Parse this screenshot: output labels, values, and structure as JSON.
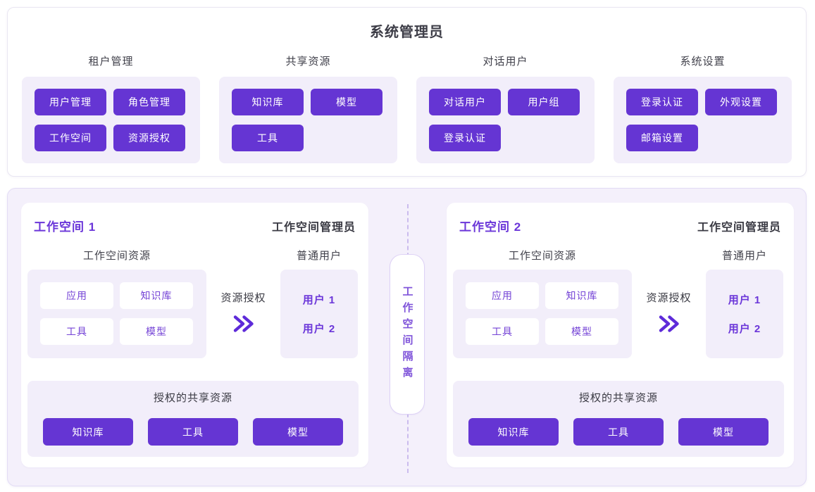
{
  "admin": {
    "title": "系统管理员",
    "groups": [
      {
        "label": "租户管理",
        "items": [
          "用户管理",
          "角色管理",
          "工作空间",
          "资源授权"
        ]
      },
      {
        "label": "共享资源",
        "items": [
          "知识库",
          "模型",
          "工具"
        ]
      },
      {
        "label": "对话用户",
        "items": [
          "对话用户",
          "用户组",
          "登录认证"
        ]
      },
      {
        "label": "系统设置",
        "items": [
          "登录认证",
          "外观设置",
          "邮箱设置"
        ]
      }
    ]
  },
  "workspaces": [
    {
      "title": "工作空间 1",
      "admin_label": "工作空间管理员",
      "resources_label": "工作空间资源",
      "resources": [
        "应用",
        "知识库",
        "工具",
        "模型"
      ],
      "auth_label": "资源授权",
      "users_label": "普通用户",
      "users": [
        "用户 1",
        "用户 2"
      ],
      "shared_label": "授权的共享资源",
      "shared": [
        "知识库",
        "工具",
        "模型"
      ]
    },
    {
      "title": "工作空间 2",
      "admin_label": "工作空间管理员",
      "resources_label": "工作空间资源",
      "resources": [
        "应用",
        "知识库",
        "工具",
        "模型"
      ],
      "auth_label": "资源授权",
      "users_label": "普通用户",
      "users": [
        "用户 1",
        "用户 2"
      ],
      "shared_label": "授权的共享资源",
      "shared": [
        "知识库",
        "工具",
        "模型"
      ]
    }
  ],
  "isolation": {
    "label": "工作空间隔离"
  },
  "colors": {
    "primary_purple": "#6535d3",
    "light_purple_panel": "#f2eefa",
    "outer_panel_bg": "#f4f0fb",
    "purple_text": "#6b36d9",
    "dark_text": "#3a3a43",
    "pill_text": "#8055da",
    "dashed_line": "#cbbcee"
  }
}
